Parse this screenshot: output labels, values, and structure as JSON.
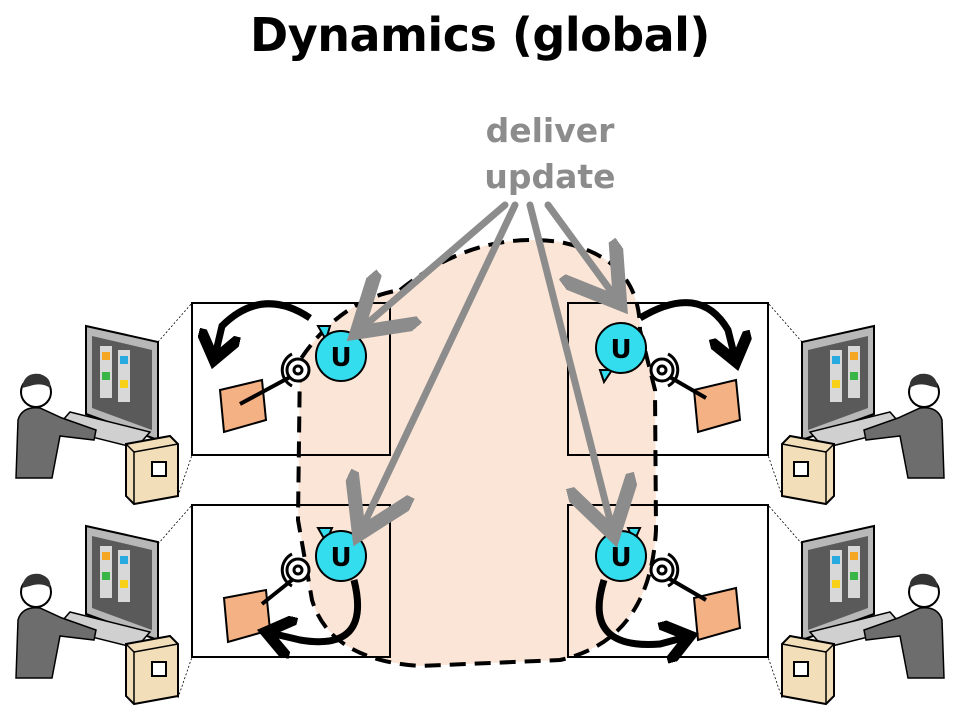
{
  "title": "Dynamics (global)",
  "annotation": {
    "line1": "deliver",
    "line2": "update"
  },
  "update_marker_label": "U",
  "colors": {
    "shared_region_fill": "#fbe5d6",
    "update_marker_fill": "#33ddee",
    "arrow_gray": "#8c8c8c",
    "object_fill": "#f4b183"
  },
  "icons": [
    "user-at-computer-icon",
    "server-tower-icon",
    "monitor-icon"
  ]
}
